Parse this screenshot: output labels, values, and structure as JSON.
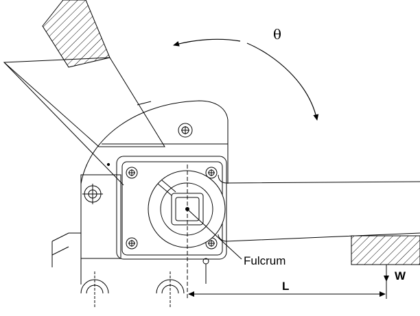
{
  "labels": {
    "theta": "θ",
    "fulcrum": "Fulcrum",
    "weight": "W",
    "length": "L"
  },
  "colors": {
    "stroke": "#000000",
    "background": "#ffffff"
  }
}
